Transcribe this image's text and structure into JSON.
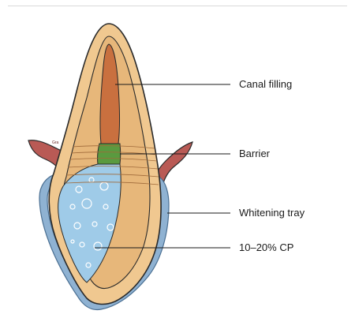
{
  "labels": {
    "canal_filling": "Canal filling",
    "barrier": "Barrier",
    "whitening_tray": "Whitening tray",
    "carbamide_peroxide": "10–20% CP"
  },
  "colors": {
    "enamel": "#f0c890",
    "dentin": "#e7b77a",
    "outline": "#2a2a2a",
    "canal_filling": "#c9703f",
    "barrier": "#5a9a3f",
    "gel": "#9fcbe8",
    "tray": "#5a7fa3",
    "gingiva": "#b95a55"
  }
}
